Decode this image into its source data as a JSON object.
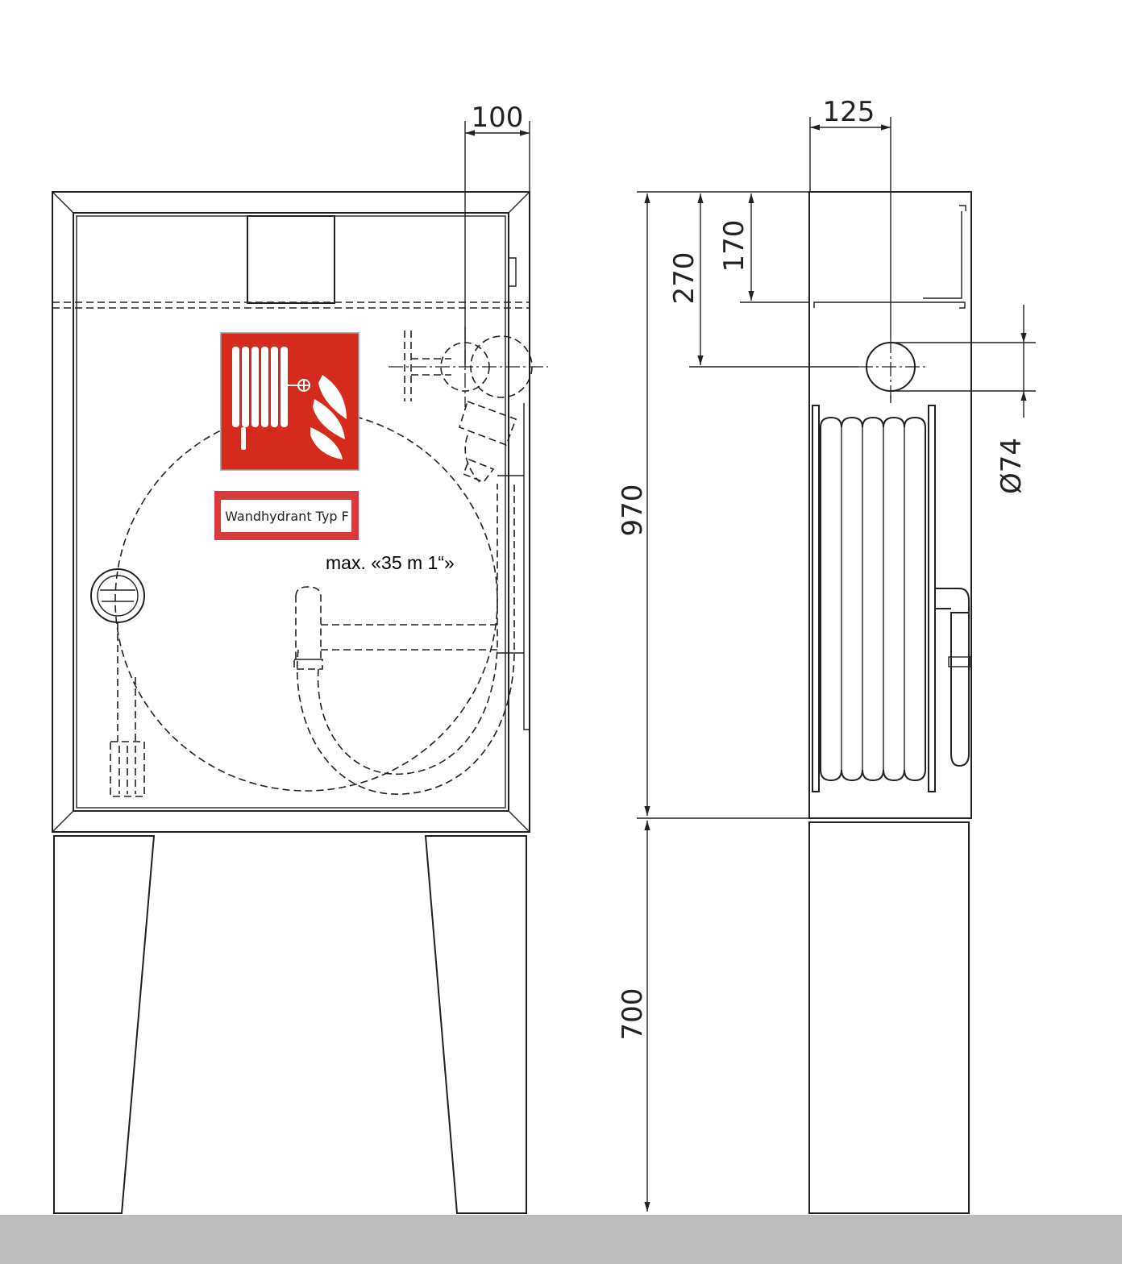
{
  "dimensions": {
    "depth_front": "100",
    "depth_side": "125",
    "top_to_axis": "270",
    "top_to_shelf": "170",
    "cabinet_height": "970",
    "stand_height": "700",
    "pipe_diameter": "Ø74"
  },
  "labels": {
    "hydrant_type": "Wandhydrant Typ F",
    "hose_spec": "max. «35 m 1“»"
  },
  "colors": {
    "sign_red": "#d52b1e",
    "floor": "#bdbdbd"
  },
  "icons": [
    "fire-hose-reel-sign-icon"
  ]
}
